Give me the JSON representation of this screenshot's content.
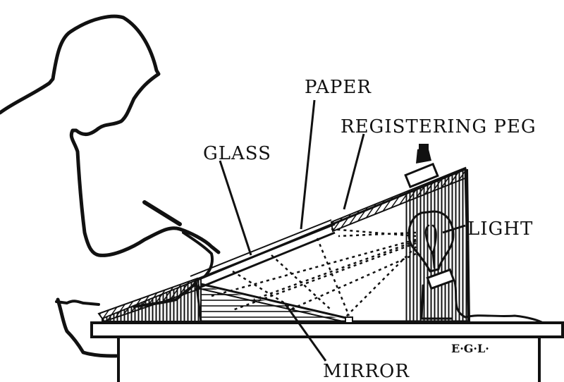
{
  "figure": {
    "description": "Tracing box illustration: person tracing on a sloped glass-topped light box",
    "labels": {
      "paper": "PAPER",
      "registering_peg": "REGISTERING PEG",
      "glass": "GLASS",
      "light": "LIGHT",
      "mirror": "MIRROR"
    },
    "signature": "E·G·L·"
  },
  "colors": {
    "ink": "#111111",
    "background": "#ffffff"
  }
}
